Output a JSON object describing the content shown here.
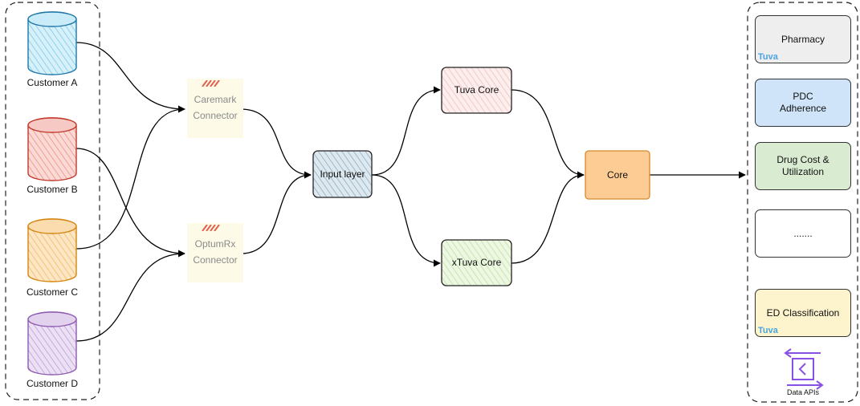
{
  "customers": [
    {
      "label": "Customer A",
      "color": "#1f77a8",
      "fill": "#c9ecf8"
    },
    {
      "label": "Customer B",
      "color": "#c0392b",
      "fill": "#f7c9c4"
    },
    {
      "label": "Customer C",
      "color": "#d4850f",
      "fill": "#fbdcae"
    },
    {
      "label": "Customer D",
      "color": "#8e5bb0",
      "fill": "#e2d2ee"
    }
  ],
  "connectors": [
    {
      "line1": "Caremark",
      "line2": "Connector"
    },
    {
      "line1": "OptumRx",
      "line2": "Connector"
    }
  ],
  "input_layer": {
    "label": "Input layer"
  },
  "tuva_core": {
    "label": "Tuva Core"
  },
  "xtuva_core": {
    "label": "xTuva Core"
  },
  "core": {
    "label": "Core"
  },
  "outputs": [
    {
      "label": "Pharmacy",
      "badge": "Tuva",
      "fill": "#eeeeee"
    },
    {
      "label": "PDC\nAdherence",
      "badge": "",
      "fill": "#cfe4f8"
    },
    {
      "label": "Drug Cost &\nUtilization",
      "badge": "",
      "fill": "#d9ecd2"
    },
    {
      "label": ".......",
      "badge": "",
      "fill": "#ffffff"
    },
    {
      "label": "ED Classification",
      "badge": "Tuva",
      "fill": "#fdf3cc"
    }
  ],
  "data_apis": {
    "label": "Data APIs",
    "color": "#8a4fe6"
  }
}
